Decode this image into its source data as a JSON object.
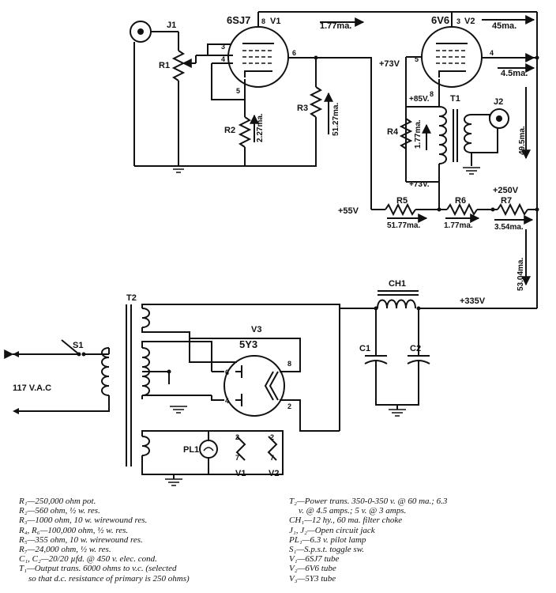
{
  "tubes": {
    "v1": {
      "type": "6SJ7",
      "ref": "V1",
      "pin_top": "8"
    },
    "v2": {
      "type": "6V6",
      "ref": "V2",
      "pin_top": "3"
    },
    "v3": {
      "type": "5Y3",
      "ref": "V3"
    }
  },
  "pins": {
    "v1_grid_a": "3",
    "v1_grid_b": "4",
    "v1_cathode": "5",
    "v1_plate": "6",
    "v2_grid": "5",
    "v2_screen": "4",
    "v2_plate": "8",
    "v3_left_a": "6",
    "v3_left_b": "4",
    "v3_right_a": "8",
    "v3_right_b": "2",
    "heater_a": "2",
    "heater_b": "7",
    "heater_c": "2",
    "heater_d": "7"
  },
  "components": {
    "j1": "J1",
    "j2": "J2",
    "r1": "R1",
    "r2": "R2",
    "r3": "R3",
    "r4": "R4",
    "r5": "R5",
    "r6": "R6",
    "r7": "R7",
    "t1": "T1",
    "t2": "T2",
    "ch1": "CH1",
    "c1": "C1",
    "c2": "C2",
    "s1": "S1",
    "pl1": "PL1",
    "heater_v1": "V1",
    "heater_v2": "V2"
  },
  "measurements": {
    "v1_plate_current": "1.77ma.",
    "v2_plate_current": "45ma.",
    "v2_screen_current": "4.5ma.",
    "r2_current": "2.27ma.",
    "r3_current": "51.27ma.",
    "r4_current": "1.77ma.",
    "t1_current": "49.5ma.",
    "r5_current": "51.77ma.",
    "r6_current": "1.77ma.",
    "r7_current": "3.54ma.",
    "supply_current": "53.04ma."
  },
  "voltages": {
    "v2_grid": "+73V",
    "r4_top": "+85V.",
    "r4_bottom": "+73V.",
    "b_plus_250": "+250V",
    "b_plus_55": "+55V",
    "b_plus_335": "+335V",
    "mains": "117 V.A.C"
  },
  "legend_left": [
    "R₁—250,000 ohm pot.",
    "R₂—560 ohm, ½ w. res.",
    "R₃—1000 ohm, 10 w. wirewound res.",
    "R₄, R₆—100,000 ohm, ½ w. res.",
    "R₅—355 ohm, 10 w. wirewound res.",
    "R₇—24,000 ohm, ½ w. res.",
    "C₁, C₂—20/20 µfd. @ 450 v. elec. cond.",
    "T₁—Output trans. 6000 ohms to v.c. (selected",
    "  so that d.c. resistance of primary is 250 ohms)"
  ],
  "legend_right": [
    "T₂—Power trans. 350-0-350 v. @ 60 ma.; 6.3",
    "  v. @ 4.5 amps.; 5 v. @ 3 amps.",
    "CH₁—12 hy., 60 ma. filter choke",
    "J₁, J₂—Open circuit jack",
    "PL₁—6.3 v. pilot lamp",
    "S₁—S.p.s.t. toggle sw.",
    "V₁—6SJ7 tube",
    "V₂—6V6 tube",
    "V₃—5Y3 tube"
  ]
}
